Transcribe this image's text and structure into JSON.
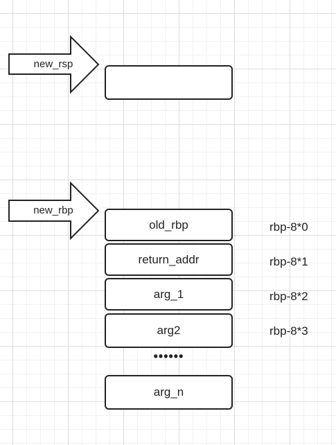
{
  "pointers": {
    "rsp_label": "new_rsp",
    "rbp_label": "new_rbp"
  },
  "stack": {
    "empty_slot": "",
    "frames": [
      {
        "label": "old_rbp",
        "offset": "rbp-8*0"
      },
      {
        "label": "return_addr",
        "offset": "rbp-8*1"
      },
      {
        "label": "arg_1",
        "offset": "rbp-8*2"
      },
      {
        "label": "arg2",
        "offset": "rbp-8*3"
      }
    ],
    "ellipsis": "••••••",
    "last_frame": "arg_n"
  }
}
